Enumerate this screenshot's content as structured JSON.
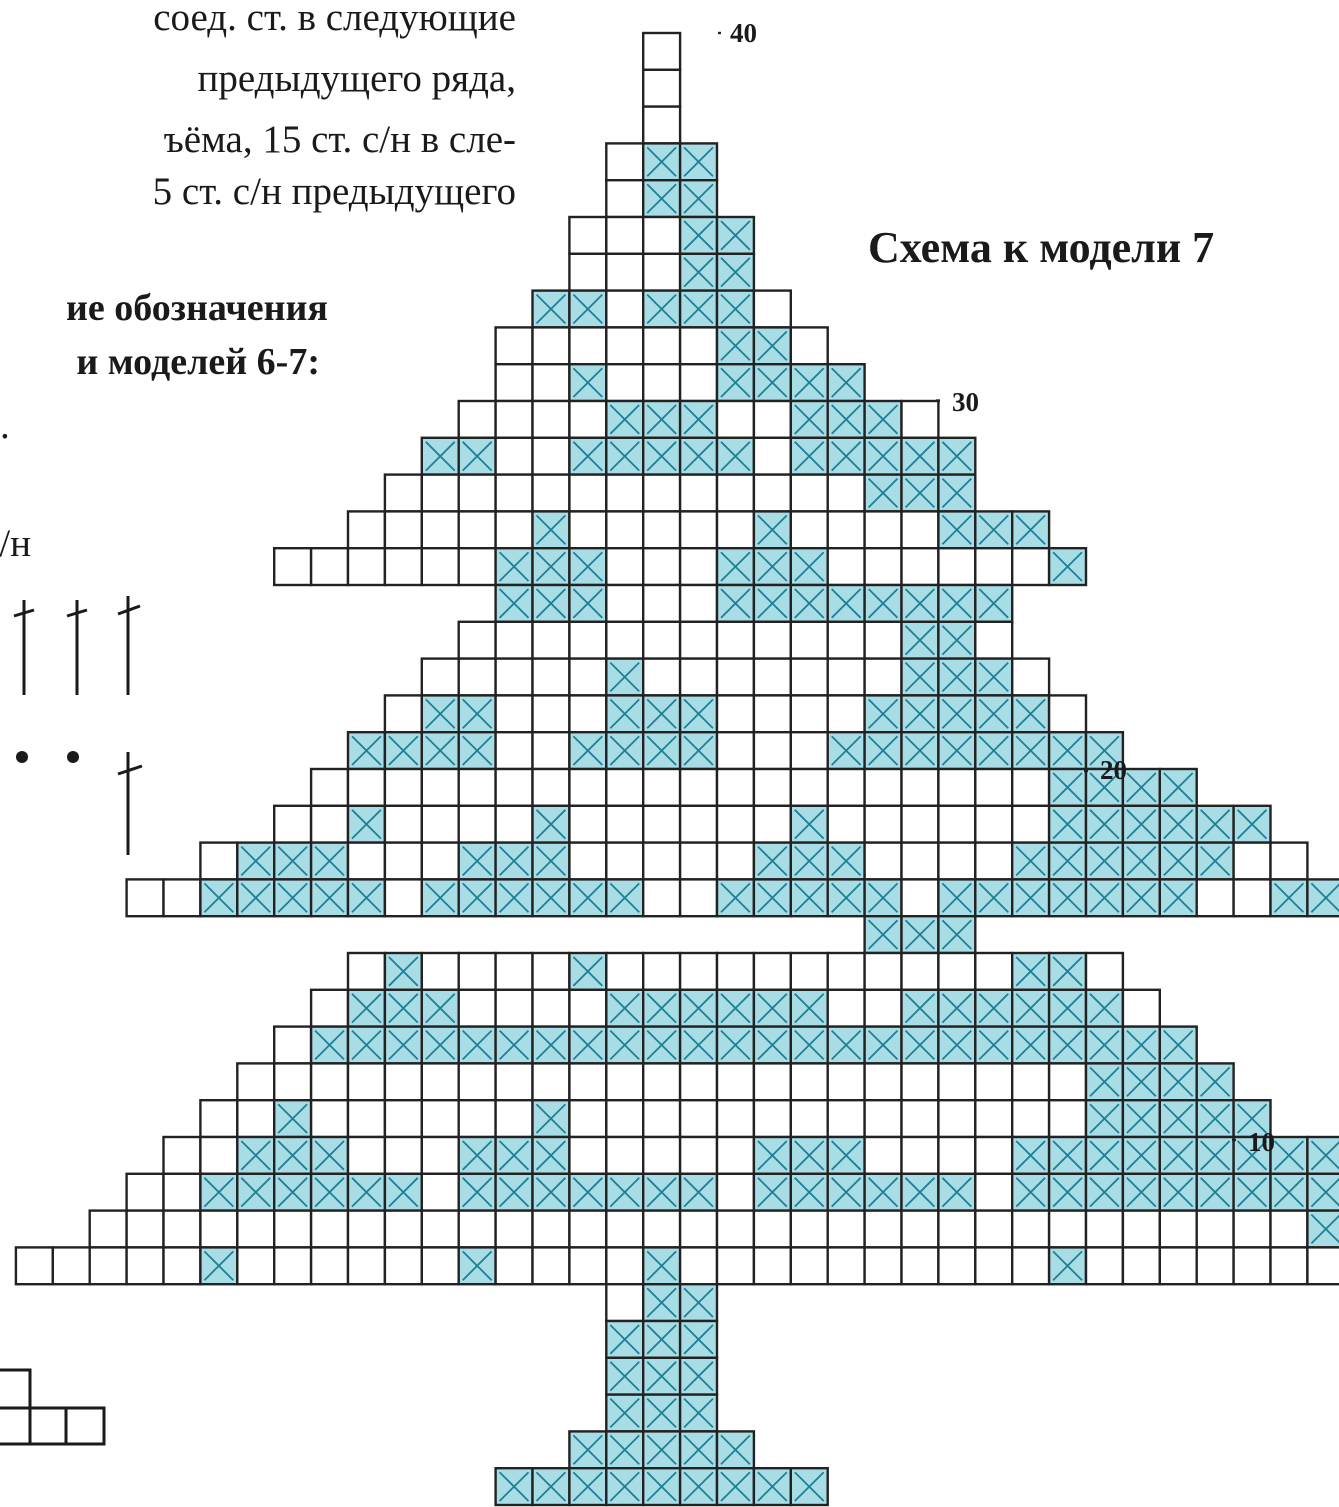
{
  "text_block": {
    "lines": [
      "соед. ст. в следующие",
      "предыдущего  ряда,",
      "ъёма, 15 ст. с/н в сле-",
      "5 ст. с/н предыдущего"
    ],
    "legend_heading": [
      "ие обозначения",
      "и моделей 6-7:"
    ],
    "fragment_dot": ".",
    "fragment_sn": "с/н"
  },
  "chart_title": "Схема к модели 7",
  "row_labels": [
    "40",
    "30",
    "20",
    "10"
  ],
  "colors": {
    "filled_cell": "#a8dde6",
    "cross_stroke": "#1f7f95",
    "grid_stroke": "#222222",
    "background": "#ffffff"
  },
  "chart_data": {
    "type": "table",
    "description_of_encoding": "rows listed top to bottom; each row gives starting column and a string of cells: o = empty cell, x = filled cell",
    "rows": [
      {
        "start": 18,
        "cells": "o"
      },
      {
        "start": 18,
        "cells": "o"
      },
      {
        "start": 18,
        "cells": "o"
      },
      {
        "start": 17,
        "cells": "oxx"
      },
      {
        "start": 17,
        "cells": "oxx"
      },
      {
        "start": 16,
        "cells": "oooxx"
      },
      {
        "start": 16,
        "cells": "oooxx"
      },
      {
        "start": 15,
        "cells": "xxoxxxo"
      },
      {
        "start": 14,
        "cells": "ooooooxxo"
      },
      {
        "start": 14,
        "cells": "ooxoooxxxx"
      },
      {
        "start": 13,
        "cells": "ooooxxxooxxxo"
      },
      {
        "start": 12,
        "cells": "xxooxxxxxoxxxxx"
      },
      {
        "start": 11,
        "cells": "oooooooooooooxxx"
      },
      {
        "start": 10,
        "cells": "oooooxoooooxooooxxx"
      },
      {
        "start": 8,
        "cells": "ooooooxxxoooxxxoooooox"
      },
      {
        "start": 14,
        "cells": "xxxoooxxxxxxxx"
      },
      {
        "start": 13,
        "cells": "ooooooooooooxxo"
      },
      {
        "start": 12,
        "cells": "oooooxoooooooxxxo"
      },
      {
        "start": 11,
        "cells": "oxxoooxxxooooxxxxxo"
      },
      {
        "start": 10,
        "cells": "xxxxooxxxxoooxxxxxxxx"
      },
      {
        "start": 9,
        "cells": "ooooooooooooooooooooxxxx"
      },
      {
        "start": 8,
        "cells": "ooxooooxooooooxooooooxxxxxx"
      },
      {
        "start": 6,
        "cells": "oxxxoooxxxoooooxxxooooxxxxxxoo"
      },
      {
        "start": 4,
        "cells": "ooxxxxxoxxxxxxooxxxxxoxxxxxxxooxx"
      },
      {
        "start": 24,
        "cells": "xxx"
      },
      {
        "start": 10,
        "cells": "oxooooxoooooooooooxxo"
      },
      {
        "start": 9,
        "cells": "oxxxooooxxxxxxooxxxxxxo"
      },
      {
        "start": 8,
        "cells": "oxxxxxxxxxxxxxxxxxxxxxxxx"
      },
      {
        "start": 7,
        "cells": "oooooooooooooooooooooooxxxx"
      },
      {
        "start": 6,
        "cells": "ooxooooooxooooooooooooooxxxxx"
      },
      {
        "start": 5,
        "cells": "ooxxxoooxxxoooooxxxooooxxxxxxxxx"
      },
      {
        "start": 4,
        "cells": "ooxxxxxxoxxxxxxxoxxxxxxoxxxxxxxxxx"
      },
      {
        "start": 3,
        "cells": "oooooooooooooooooooooooooooooooooxxx"
      },
      {
        "start": 1,
        "cells": "oooooxooooooxooooxooooooooooxoooooooxx"
      },
      {
        "start": 17,
        "cells": "oxx"
      },
      {
        "start": 17,
        "cells": "xxx"
      },
      {
        "start": 17,
        "cells": "xxx"
      },
      {
        "start": 17,
        "cells": "xxx"
      },
      {
        "start": 16,
        "cells": "xxxxx"
      },
      {
        "start": 14,
        "cells": "xxxxxxxxx"
      }
    ]
  }
}
